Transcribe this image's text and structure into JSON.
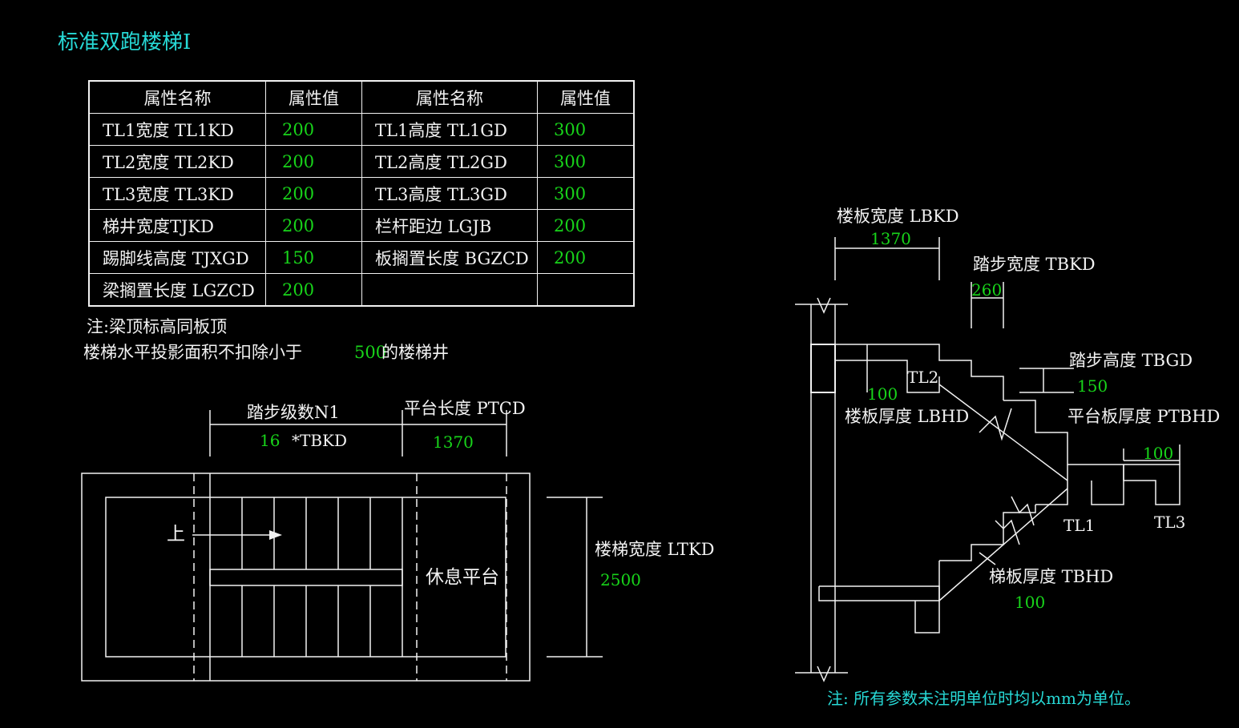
{
  "title": "标准双跑楼梯Ⅰ",
  "table": {
    "headers": [
      "属性名称",
      "属性值",
      "属性名称",
      "属性值"
    ],
    "rows": [
      [
        "TL1宽度 TL1KD",
        "200",
        "TL1高度 TL1GD",
        "300"
      ],
      [
        "TL2宽度 TL2KD",
        "200",
        "TL2高度 TL2GD",
        "300"
      ],
      [
        "TL3宽度 TL3KD",
        "200",
        "TL3高度 TL3GD",
        "300"
      ],
      [
        "梯井宽度TJKD",
        "200",
        "栏杆距边 LGJB",
        "200"
      ],
      [
        "踢脚线高度 TJXGD",
        "150",
        "板搁置长度 BGZCD",
        "200"
      ],
      [
        "梁搁置长度 LGZCD",
        "200",
        "",
        ""
      ]
    ]
  },
  "notes": {
    "note1": "注:梁顶标高同板顶",
    "note2_prefix": "楼梯水平投影面积不扣除小于",
    "note2_value": "500",
    "note2_suffix": "的楼梯井"
  },
  "plan": {
    "steps_label": "踏步级数N1",
    "steps_value": "16",
    "steps_unit": "*TBKD",
    "platform_label": "平台长度 PTCD",
    "platform_value": "1370",
    "up_label": "上",
    "rest_label": "休息平台",
    "width_label": "楼梯宽度 LTKD",
    "width_value": "2500"
  },
  "section": {
    "lbkd_label": "楼板宽度 LBKD",
    "lbkd_value": "1370",
    "tbkd_label": "踏步宽度 TBKD",
    "tbkd_value": "260",
    "tbgd_label": "踏步高度 TBGD",
    "tbgd_value": "150",
    "tl2": "TL2",
    "lbhd_value": "100",
    "lbhd_label": "楼板厚度 LBHD",
    "ptbhd_label": "平台板厚度 PTBHD",
    "ptbhd_value": "100",
    "tl1": "TL1",
    "tl3": "TL3",
    "tbhd_label": "梯板厚度 TBHD",
    "tbhd_value": "100"
  },
  "footer_note": "注: 所有参数未注明单位时均以mm为单位。",
  "colors": {
    "background": "#000000",
    "title": "#27d9d6",
    "value": "#18d41a",
    "line": "#f2f2f2"
  }
}
